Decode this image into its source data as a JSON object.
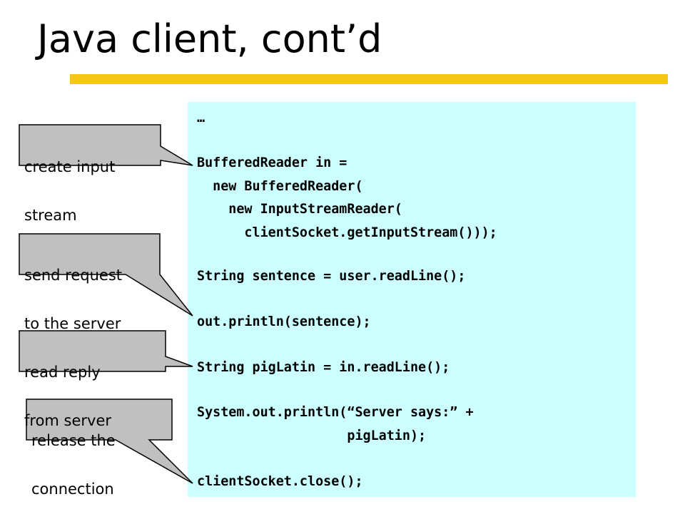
{
  "slide": {
    "title": "Java client, cont’d",
    "accent_color": "#F5C518",
    "code_background": "#CCFFFF",
    "callout_fill": "#C0C0C0"
  },
  "code": [
    "…",
    "BufferedReader in =",
    "  new BufferedReader(",
    "    new InputStreamReader(",
    "      clientSocket.getInputStream()));",
    "String sentence = user.readLine();",
    "out.println(sentence);",
    "String pigLatin = in.readLine();",
    "System.out.println(“Server says:” +",
    "                   pigLatin);",
    "clientSocket.close();"
  ],
  "callouts": [
    {
      "line1": "create input",
      "line2": "stream"
    },
    {
      "line1": "send request",
      "line2": "to the server"
    },
    {
      "line1": "read reply",
      "line2": "from server"
    },
    {
      "line1": "release the",
      "line2": "connection"
    }
  ]
}
